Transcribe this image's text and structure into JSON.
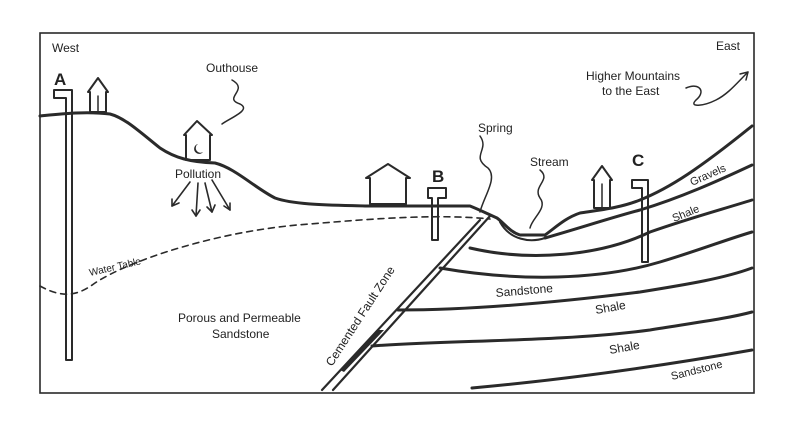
{
  "labels": {
    "west": "West",
    "east": "East",
    "well_a": "A",
    "well_b": "B",
    "well_c": "C",
    "outhouse": "Outhouse",
    "pollution": "Pollution",
    "spring": "Spring",
    "stream": "Stream",
    "mountains_line1": "Higher Mountains",
    "mountains_line2": "to the East",
    "water_table": "Water Table",
    "porous_line1": "Porous and Permeable",
    "porous_line2": "Sandstone",
    "fault_zone": "Cemented Fault Zone",
    "gravels": "Gravels",
    "shale_1": "Shale",
    "sandstone_1": "Sandstone",
    "shale_2": "Shale",
    "shale_3": "Shale",
    "sandstone_2": "Sandstone"
  },
  "colors": {
    "ink": "#2a2a2a",
    "background": "#ffffff"
  }
}
